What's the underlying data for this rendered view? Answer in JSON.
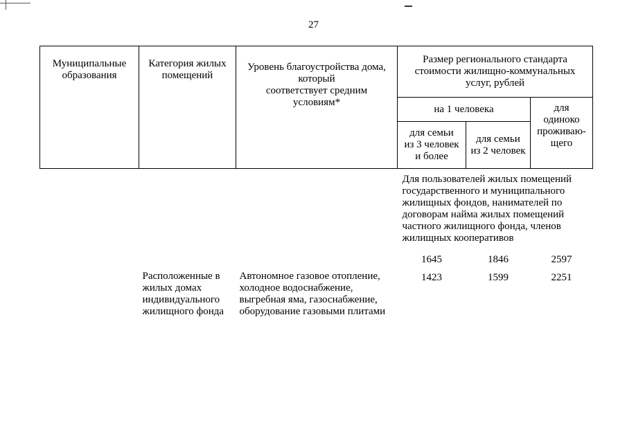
{
  "page": {
    "number": "27"
  },
  "table": {
    "headers": {
      "municipalities": "Муниципальные\nобразования",
      "category": "Категория жилых\nпомещений",
      "amenities": "Уровень благоустройства дома,\nкоторый\nсоответствует средним\nусловиям*",
      "standard_size": "Размер регионального стандарта\nстоимости жилищно-коммунальных\nуслуг, рублей",
      "per_person": "на 1 человека",
      "family_3plus": "для семьи\nиз 3 человек\nи более",
      "family_2": "для семьи\nиз 2 человек",
      "single_resident": "для\nодиноко\nпроживаю-\nщего"
    },
    "body": {
      "note": "Для пользователей жилых помещений\nгосударственного и муниципального\nжилищных фондов, нанимателей по\nдоговорам найма жилых помещений\nчастного жилищного фонда, членов\nжилищных кооперативов",
      "rows": [
        {
          "family3": "1645",
          "family2": "1846",
          "single": "2597"
        },
        {
          "category": "Расположенные в\nжилых домах\nиндивидуального\nжилищного фонда",
          "amenities": "Автономное газовое отопление,\nхолодное водоснабжение,\nвыгребная яма, газоснабжение,\nоборудование газовыми плитами",
          "family3": "1423",
          "family2": "1599",
          "single": "2251"
        }
      ]
    }
  }
}
